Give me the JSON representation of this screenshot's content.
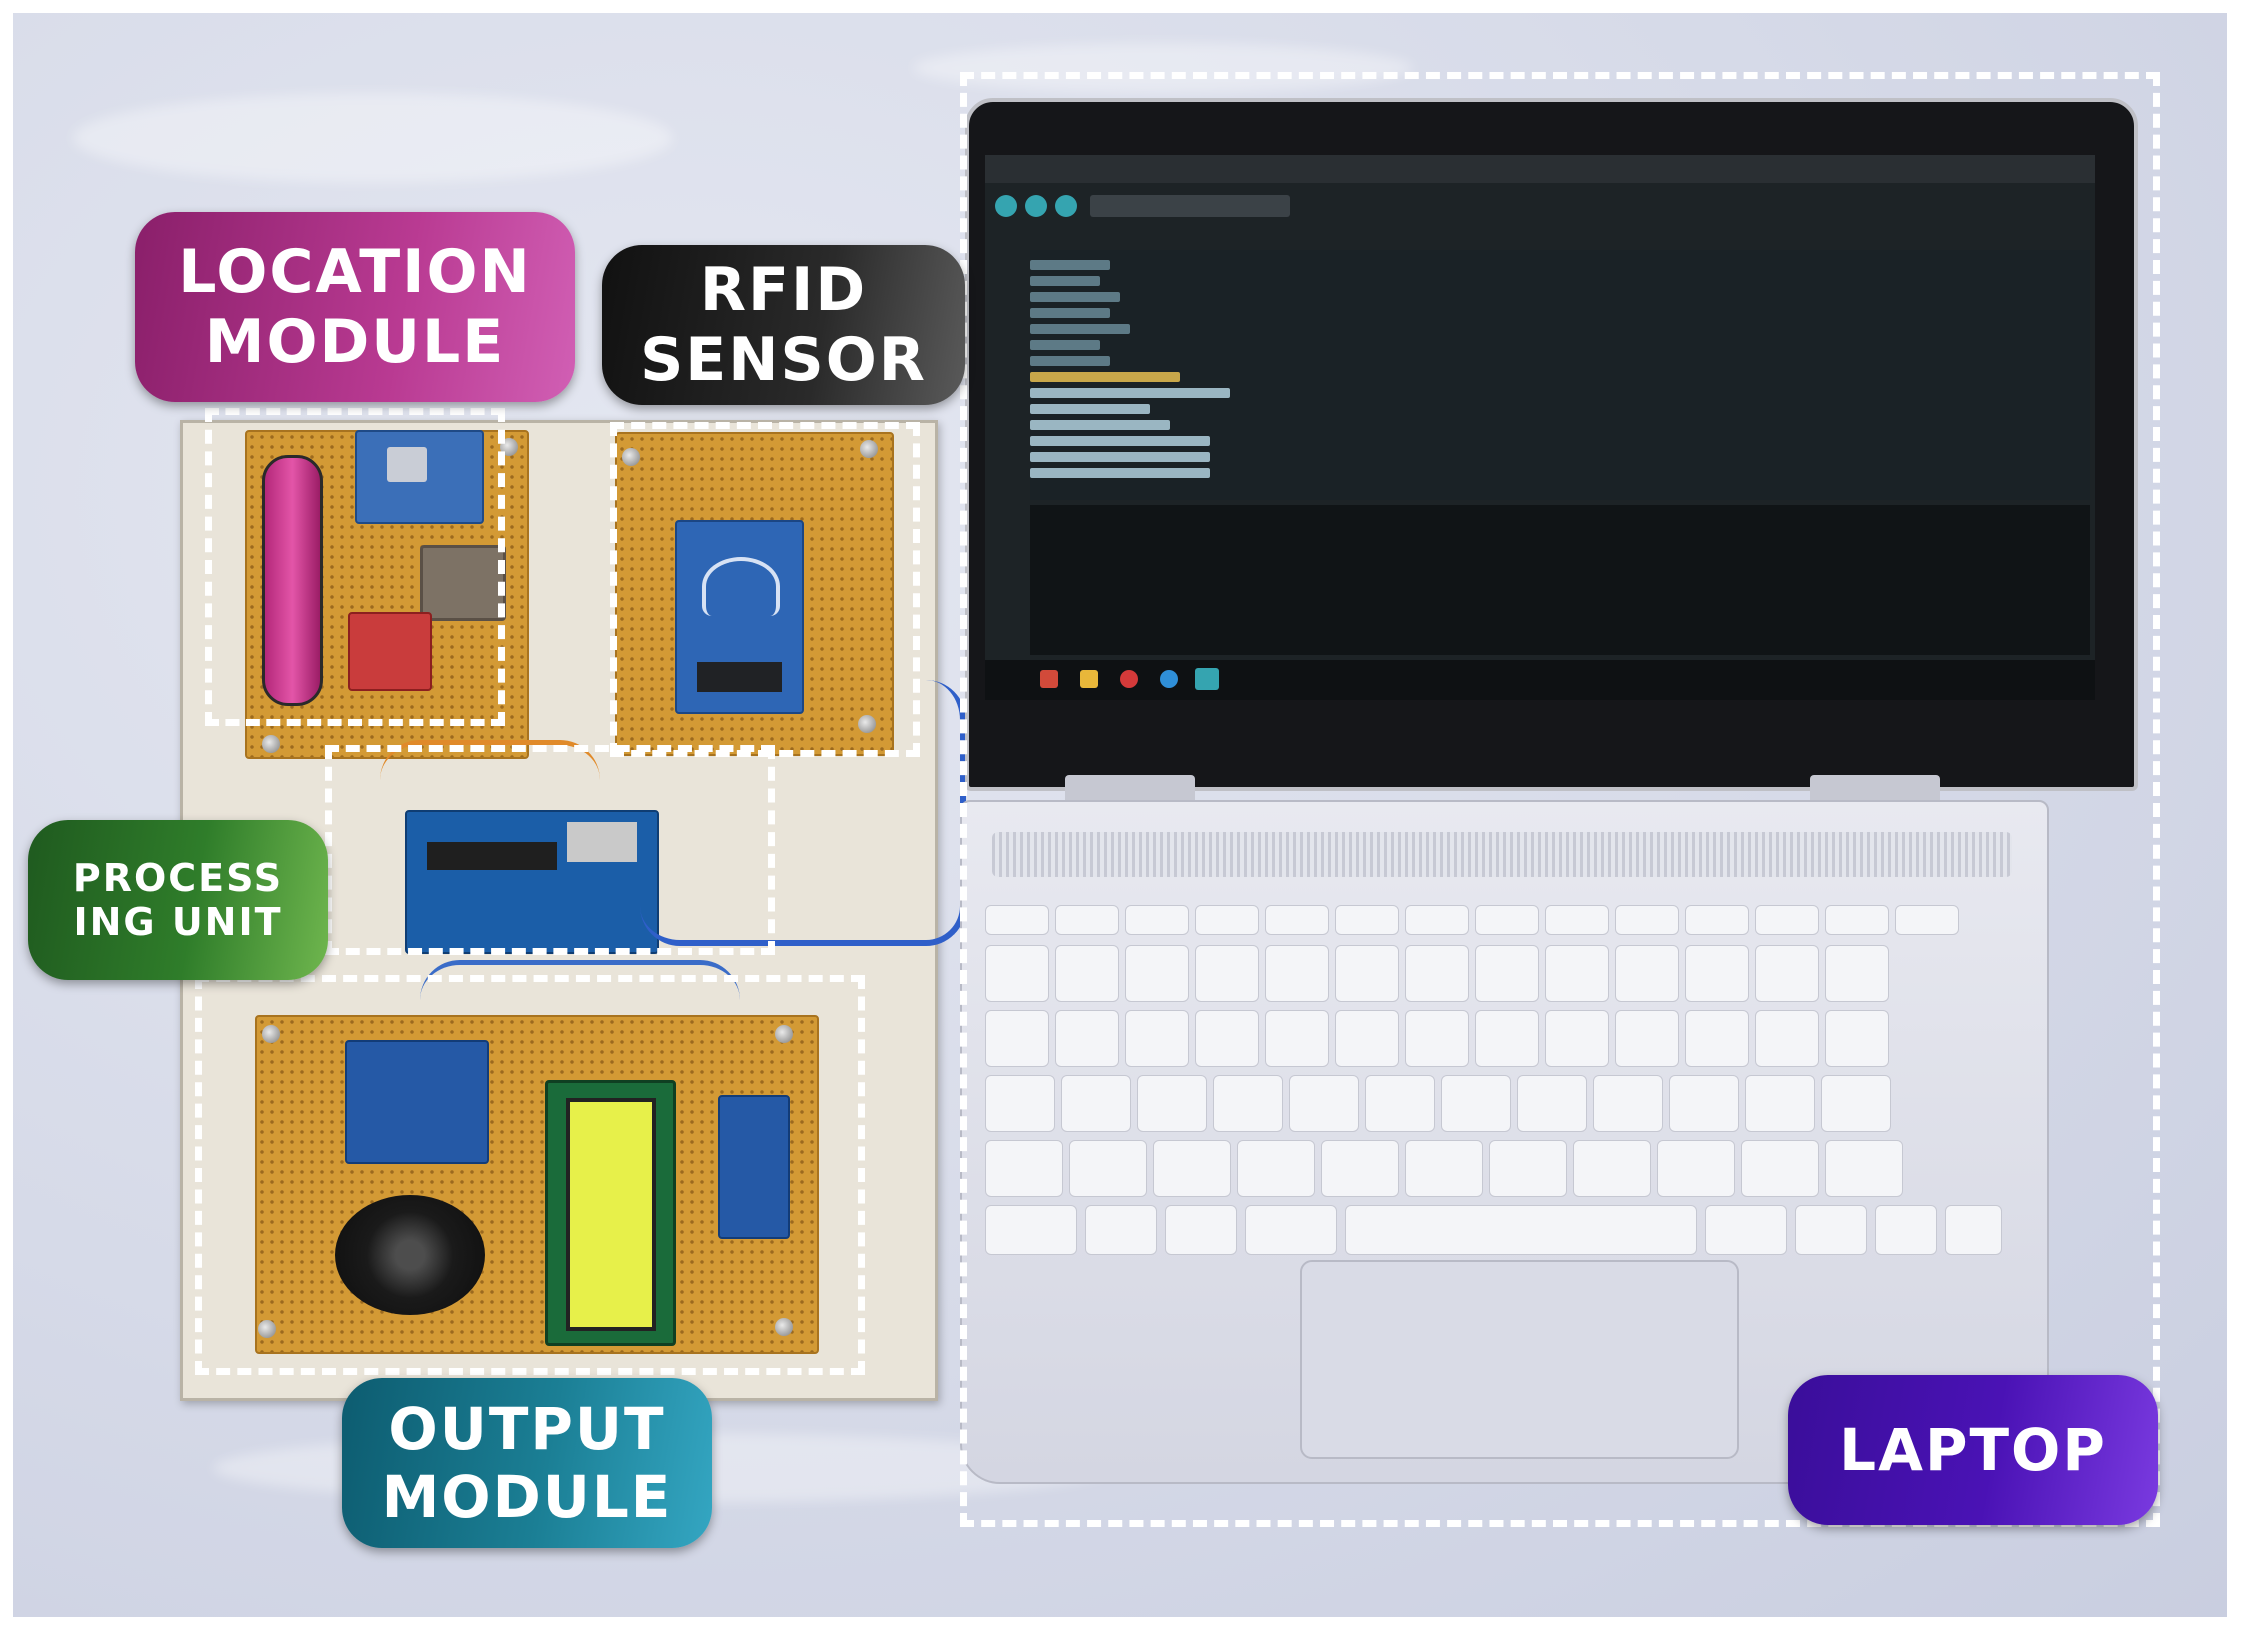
{
  "labels": {
    "location": [
      "LOCATION",
      "MODULE"
    ],
    "rfid": [
      "RFID",
      "SENSOR"
    ],
    "processing": [
      "PROCESS",
      "ING UNIT"
    ],
    "output": [
      "OUTPUT",
      "MODULE"
    ],
    "laptop": "LAPTOP"
  },
  "colors": {
    "background": "#d6dae8",
    "dashed_outline": "#ffffff",
    "location_label": "#8a1f6a",
    "rfid_label": "#1f1f1f",
    "processing_label": "#2f7d2a",
    "output_label": "#1b7f95",
    "laptop_label": "#4a12b5",
    "pcb": "#d39a35"
  },
  "icons": {
    "battery": "battery-icon",
    "gps": "gps-module-icon",
    "gsm": "gsm-module-icon",
    "rfid": "rfid-reader-icon",
    "arduino": "arduino-board-icon",
    "lcd": "lcd-display-icon",
    "speaker": "speaker-icon",
    "laptop": "laptop-icon"
  }
}
